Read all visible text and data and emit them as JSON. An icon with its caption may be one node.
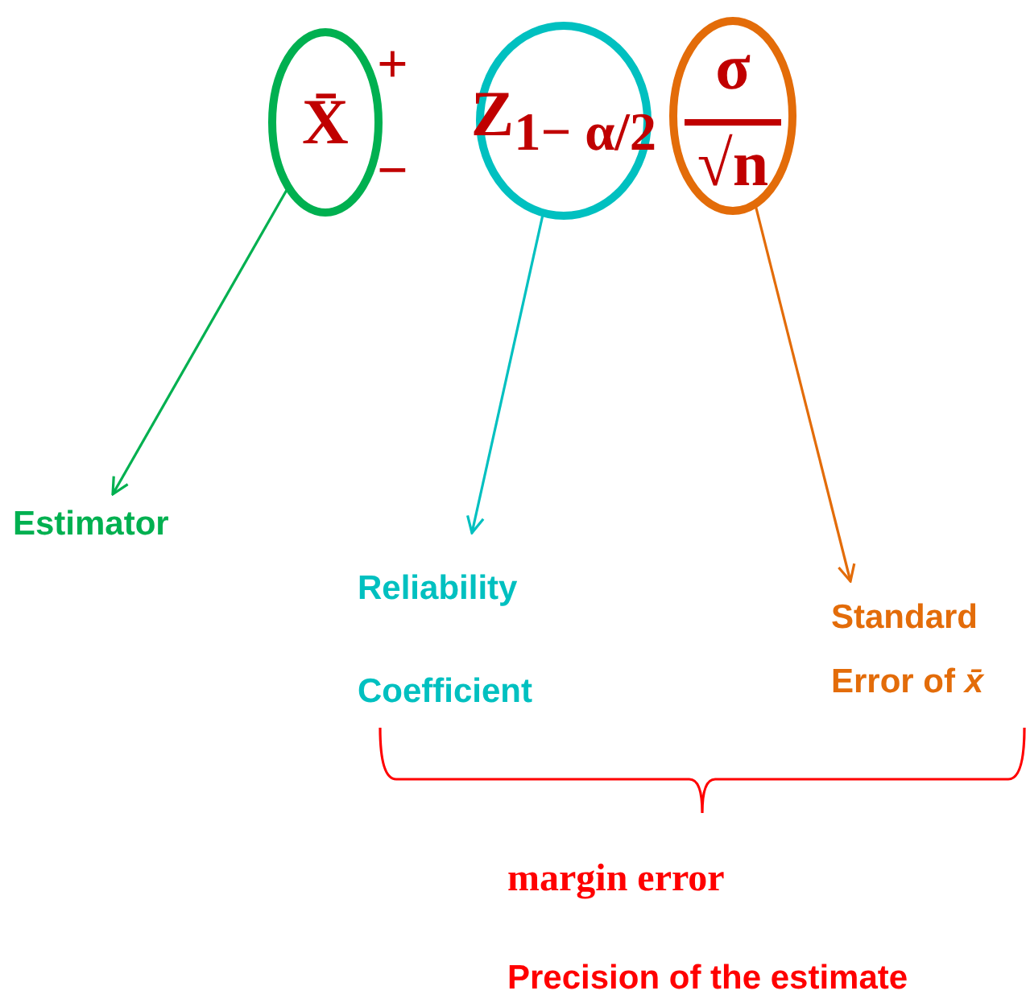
{
  "diagram": {
    "nodes": [
      {
        "text": [
          "X̄"
        ]
      },
      {
        "text": [
          "Z$_{1− α/2}$"
        ]
      },
      {
        "text": [
          "σ",
          "√n"
        ]
      },
      {
        "text": [
          "Estimator"
        ]
      },
      {
        "text": [
          "Reliability Coefficient"
        ]
      },
      {
        "text": [
          "Standard Error of *x̄*"
        ]
      }
    ],
    "edges": [
      {
        "from": 0,
        "to": 3,
        "arrow": "to",
        "color": "#00b050"
      },
      {
        "from": 1,
        "to": 4,
        "arrow": "to",
        "color": "#00c0c0"
      },
      {
        "from": 2,
        "to": 5,
        "arrow": "to",
        "color": "#e36c09"
      }
    ],
    "labels": [
      "+",
      "−",
      "margin error",
      "Precision of the estimate"
    ]
  }
}
